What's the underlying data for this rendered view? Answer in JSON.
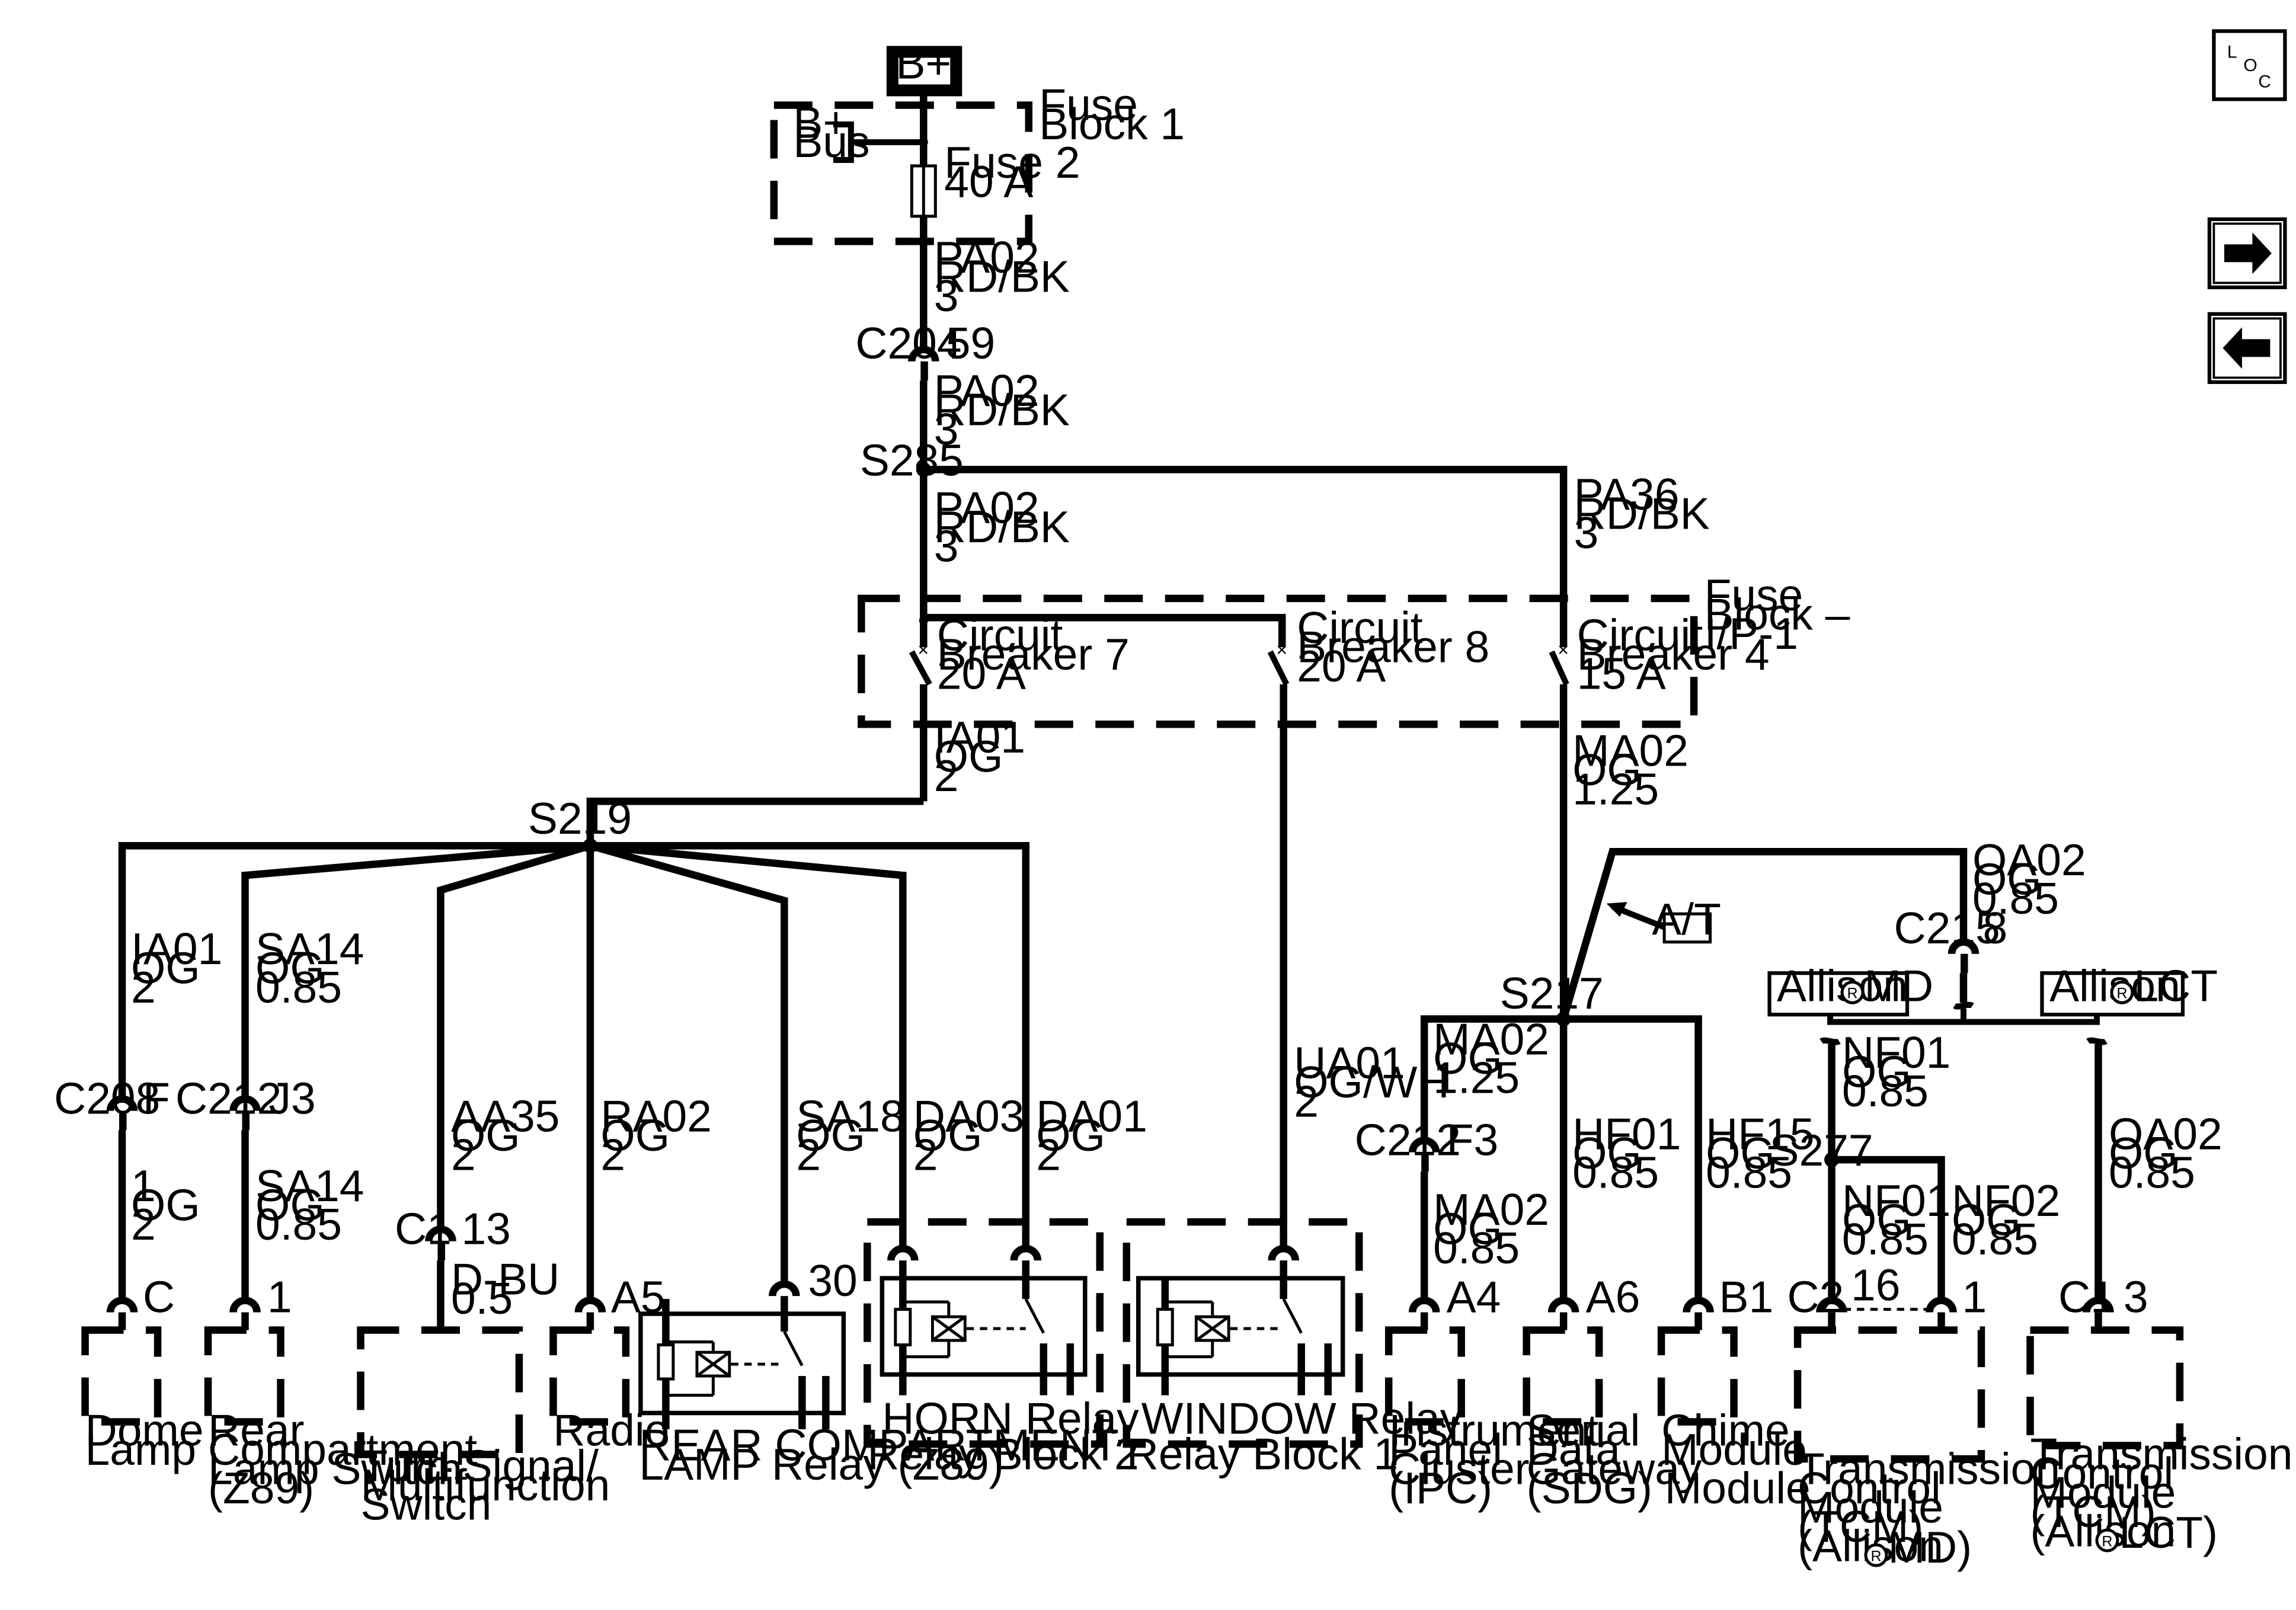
{
  "source": {
    "label": "B+"
  },
  "fuse_block_1": {
    "name": [
      "Fuse",
      "Block 1"
    ],
    "bus": [
      "B+",
      "Bus"
    ],
    "fuse": [
      "Fuse 2",
      "40 A"
    ]
  },
  "fuse_block_ip": {
    "name": [
      "Fuse",
      "Block –",
      "I/P‑1"
    ],
    "breakers": [
      [
        "Circuit",
        "Breaker 7",
        "20 A"
      ],
      [
        "Circuit",
        "Breaker 8",
        "20 A"
      ],
      [
        "Circuit",
        "Breaker 4",
        "15 A"
      ]
    ]
  },
  "wires": {
    "pa02_top": [
      "PA02",
      "RD/BK",
      "3"
    ],
    "pa02_mid": [
      "PA02",
      "RD/BK",
      "3"
    ],
    "pa02_low": [
      "PA02",
      "RD/BK",
      "3"
    ],
    "pa36": [
      "PA36",
      "RD/BK",
      "3"
    ],
    "ia01_main": [
      "IA01",
      "OG",
      "2"
    ],
    "ma02_main": [
      "MA02",
      "OG",
      "1.25"
    ],
    "ia01_dome": [
      "IA01",
      "OG",
      "2"
    ],
    "dome_1": [
      "1",
      "OG",
      "2"
    ],
    "sa14_a": [
      "SA14",
      "OG",
      "0.85"
    ],
    "sa14_b": [
      "SA14",
      "OG",
      "0.85"
    ],
    "aa35": [
      "AA35",
      "OG",
      "2"
    ],
    "dbu": [
      "D‑BU",
      "0.5"
    ],
    "ra02": [
      "RA02",
      "OG",
      "2"
    ],
    "sa18": [
      "SA18",
      "OG",
      "2"
    ],
    "da03": [
      "DA03",
      "OG",
      "2"
    ],
    "da01": [
      "DA01",
      "OG",
      "2"
    ],
    "ua01": [
      "UA01",
      "OG/WH",
      "2"
    ],
    "ma02_a": [
      "MA02",
      "OG",
      "1.25"
    ],
    "ma02_b": [
      "MA02",
      "OG",
      "0.85"
    ],
    "hf01": [
      "HF01",
      "OG",
      "0.85"
    ],
    "hf15": [
      "HF15",
      "OG",
      "0.85"
    ],
    "oa02_a": [
      "OA02",
      "OG",
      "0.85"
    ],
    "nf01_a": [
      "NF01",
      "OG",
      "0.85"
    ],
    "nf01_b": [
      "NF01",
      "OG",
      "0.85"
    ],
    "nf02": [
      "NF02",
      "OG",
      "0.85"
    ],
    "oa02_b": [
      "OA02",
      "OG",
      "0.85"
    ]
  },
  "connectors": {
    "c204": {
      "name": "C204",
      "pin": "59"
    },
    "c208": {
      "name": "C208",
      "pin": "F"
    },
    "c212_a": {
      "name": "C212",
      "pin": "J3"
    },
    "c1_turn": {
      "name": "C1",
      "pin": "13"
    },
    "c212_b": {
      "name": "C212",
      "pin": "F3"
    },
    "c215": {
      "name": "C215",
      "pin": "8"
    },
    "c2_tcm": {
      "name": "C2",
      "pin": "16"
    },
    "c1_tcm2": {
      "name": "C1",
      "pin": "3"
    }
  },
  "splices": {
    "s285": "S285",
    "s219": "S219",
    "s217": "S217",
    "s277": "S277"
  },
  "pins": {
    "dome": "C",
    "rear_switch": "1",
    "radio": "A5",
    "relay_30": "30",
    "ipc": "A4",
    "sdg": "A6",
    "chime": "B1",
    "tcm_1": "1"
  },
  "tags": {
    "at": "A/T",
    "allison_md": [
      "Allison",
      "MD"
    ],
    "allison_lct": [
      "Allison",
      "LCT"
    ],
    "registered": "R"
  },
  "components": {
    "dome_lamp": [
      "Dome",
      "Lamp"
    ],
    "rear_switch": [
      "Rear",
      "Compartment",
      "Lamp Switch",
      "(Z89)"
    ],
    "turn_signal": [
      "Turn Signal/",
      "Multifunction",
      "Switch"
    ],
    "radio": [
      "Radio"
    ],
    "rear_relay": [
      "REAR COMPARTMENT",
      "LAMP Relay (Z89)"
    ],
    "horn_relay": "HORN Relay",
    "relay_block_2": "Relay Block 2",
    "window_relay": "WINDOW Relay",
    "relay_block_1": "Relay Block 1",
    "ipc": [
      "Instrument",
      "Panel",
      "Cluster",
      "(IPC)"
    ],
    "sdg": [
      "Serial",
      "Data",
      "Gateway",
      "(SDG) Module"
    ],
    "chime": [
      "Chime",
      "Module"
    ],
    "tcm_md": [
      "Transmission",
      "Control",
      "Module",
      "(TCM)",
      "(Allison",
      "MD)"
    ],
    "tcm_lct": [
      "Transmission",
      "Control",
      "Module",
      "(TCM)",
      "(Allison",
      "LCT)"
    ]
  },
  "nav": {
    "loc": [
      "L",
      "O",
      "C"
    ],
    "next": "next-arrow-icon",
    "prev": "previous-arrow-icon"
  }
}
